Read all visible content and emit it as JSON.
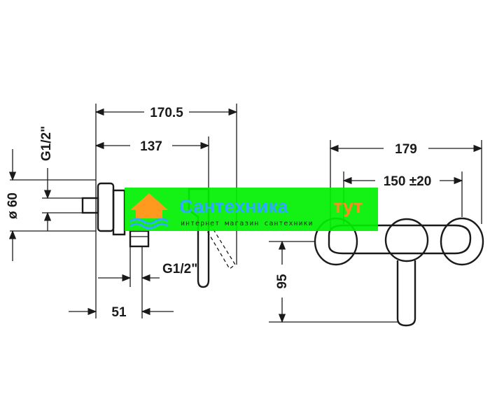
{
  "dimensions": {
    "overall_depth": "170.5",
    "handle_depth": "137",
    "width_total": "179",
    "center_distance": "150 ±20",
    "rosette_diameter": "ø 60",
    "inlet_thread": "G1/2\"",
    "outlet_thread": "G1/2\"",
    "outlet_offset": "51",
    "outlet_height": "95"
  },
  "watermark": {
    "title": "Сантехника",
    "title_accent": "тут",
    "subtitle": "интернет магазин сантехники",
    "colors": {
      "green": "#00f000",
      "blue": "#2fa8ff",
      "orange": "#ff8a1e",
      "logo_orange": "#ff9a1f"
    }
  }
}
